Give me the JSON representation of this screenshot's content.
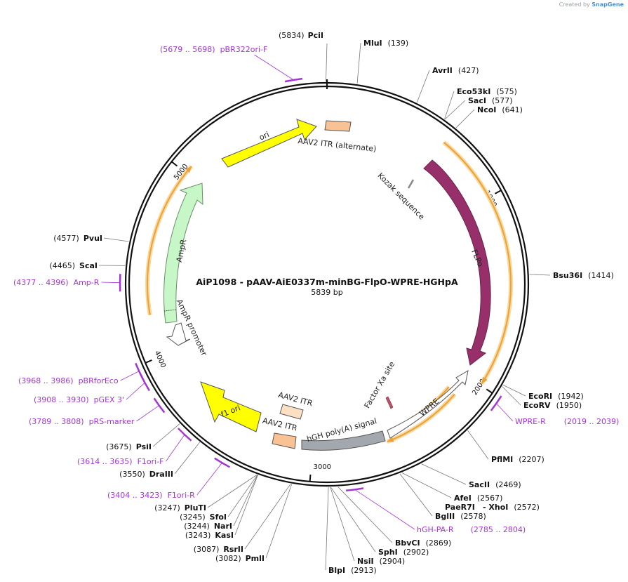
{
  "credit": {
    "prefix": "Created by",
    "brand": "SnapGene"
  },
  "plasmid": {
    "name": "AiP1098 - pAAV-AiE0337m-minBG-FlpO-WPRE-HGHpA",
    "size_label": "5839 bp",
    "length": 5839
  },
  "ticks": [
    {
      "pos": 1000,
      "label": "1000"
    },
    {
      "pos": 2000,
      "label": "2000"
    },
    {
      "pos": 3000,
      "label": "3000"
    },
    {
      "pos": 4000,
      "label": "4000"
    },
    {
      "pos": 5000,
      "label": "5000"
    }
  ],
  "enzymes": [
    {
      "name": "PciI",
      "pos_label": "(5834)",
      "pos": 5834
    },
    {
      "name": "MluI",
      "pos_label": "(139)",
      "pos": 139
    },
    {
      "name": "AvrII",
      "pos_label": "(427)",
      "pos": 427
    },
    {
      "name": "Eco53kI",
      "pos_label": "(575)",
      "pos": 575
    },
    {
      "name": "SacI",
      "pos_label": "(577)",
      "pos": 577
    },
    {
      "name": "NcoI",
      "pos_label": "(641)",
      "pos": 641
    },
    {
      "name": "Bsu36I",
      "pos_label": "(1414)",
      "pos": 1414
    },
    {
      "name": "EcoRI",
      "pos_label": "(1942)",
      "pos": 1942
    },
    {
      "name": "EcoRV",
      "pos_label": "(1950)",
      "pos": 1950
    },
    {
      "name": "PflMI",
      "pos_label": "(2207)",
      "pos": 2207
    },
    {
      "name": "SacII",
      "pos_label": "(2469)",
      "pos": 2469
    },
    {
      "name": "AfeI",
      "pos_label": "(2567)",
      "pos": 2567
    },
    {
      "name": "PaeR7I",
      "pos_label": "",
      "pos": 2572
    },
    {
      "name": "- XhoI",
      "pos_label": "(2572)",
      "pos": 2572
    },
    {
      "name": "BglII",
      "pos_label": "(2578)",
      "pos": 2578
    },
    {
      "name": "BbvCI",
      "pos_label": "(2869)",
      "pos": 2869
    },
    {
      "name": "SphI",
      "pos_label": "(2902)",
      "pos": 2902
    },
    {
      "name": "NsiI",
      "pos_label": "(2904)",
      "pos": 2904
    },
    {
      "name": "BlpI",
      "pos_label": "(2913)",
      "pos": 2913
    },
    {
      "name": "PmlI",
      "pos_label": "(3082)",
      "pos": 3082
    },
    {
      "name": "RsrII",
      "pos_label": "(3087)",
      "pos": 3087
    },
    {
      "name": "KasI",
      "pos_label": "(3243)",
      "pos": 3243
    },
    {
      "name": "NarI",
      "pos_label": "(3244)",
      "pos": 3244
    },
    {
      "name": "SfoI",
      "pos_label": "(3245)",
      "pos": 3245
    },
    {
      "name": "PluTI",
      "pos_label": "(3247)",
      "pos": 3247
    },
    {
      "name": "DraIII",
      "pos_label": "(3550)",
      "pos": 3550
    },
    {
      "name": "PsiI",
      "pos_label": "(3675)",
      "pos": 3675
    },
    {
      "name": "ScaI",
      "pos_label": "(4465)",
      "pos": 4465
    },
    {
      "name": "PvuI",
      "pos_label": "(4577)",
      "pos": 4577
    }
  ],
  "primers": [
    {
      "name": "pBR322ori-F",
      "range": "(5679 .. 5698)",
      "start": 5679,
      "end": 5698
    },
    {
      "name": "WPRE-R",
      "range": "(2019 .. 2039)",
      "start": 2019,
      "end": 2039
    },
    {
      "name": "hGH-PA-R",
      "range": "(2785 .. 2804)",
      "start": 2785,
      "end": 2804
    },
    {
      "name": "F1ori-R",
      "range": "(3404 .. 3423)",
      "start": 3404,
      "end": 3423
    },
    {
      "name": "F1ori-F",
      "range": "(3614 .. 3635)",
      "start": 3614,
      "end": 3635
    },
    {
      "name": "pRS-marker",
      "range": "(3789 .. 3808)",
      "start": 3789,
      "end": 3808
    },
    {
      "name": "pGEX 3'",
      "range": "(3908 .. 3930)",
      "start": 3908,
      "end": 3930
    },
    {
      "name": "pBRforEco",
      "range": "(3968 .. 3986)",
      "start": 3968,
      "end": 3986
    },
    {
      "name": "Amp-R",
      "range": "(4377 .. 4396)",
      "start": 4377,
      "end": 4396
    }
  ],
  "features": [
    {
      "label": "AAV2 ITR (alternate)",
      "type": "box",
      "color": "#f9c294"
    },
    {
      "label": "Kozak sequence",
      "type": "tick",
      "color": "#888888"
    },
    {
      "label": "FLPo",
      "type": "arrow",
      "color": "#97306a"
    },
    {
      "label": "Factor Xa site",
      "type": "tick",
      "color": "#c0506a"
    },
    {
      "label": "WPRE",
      "type": "arrow",
      "color": "#ffffff"
    },
    {
      "label": "hGH poly(A) signal",
      "type": "arrow",
      "color": "#a3a8ae"
    },
    {
      "label": "AAV2 ITR",
      "type": "box",
      "color": "#fde0c4"
    },
    {
      "label": "AAV2 ITR",
      "type": "box",
      "color": "#f9c294"
    },
    {
      "label": "f1 ori",
      "type": "arrow",
      "color": "#ffff00"
    },
    {
      "label": "AmpR promoter",
      "type": "arrow",
      "color": "#ffffff"
    },
    {
      "label": "AmpR",
      "type": "arrow",
      "color": "#c7f7c7"
    },
    {
      "label": "ori",
      "type": "arrow",
      "color": "#ffff00"
    }
  ],
  "colors": {
    "backbone": "#111111",
    "primer": "#a335d6",
    "orf_arc": "#e8a33c",
    "orf_glow": "#fbd79a"
  }
}
